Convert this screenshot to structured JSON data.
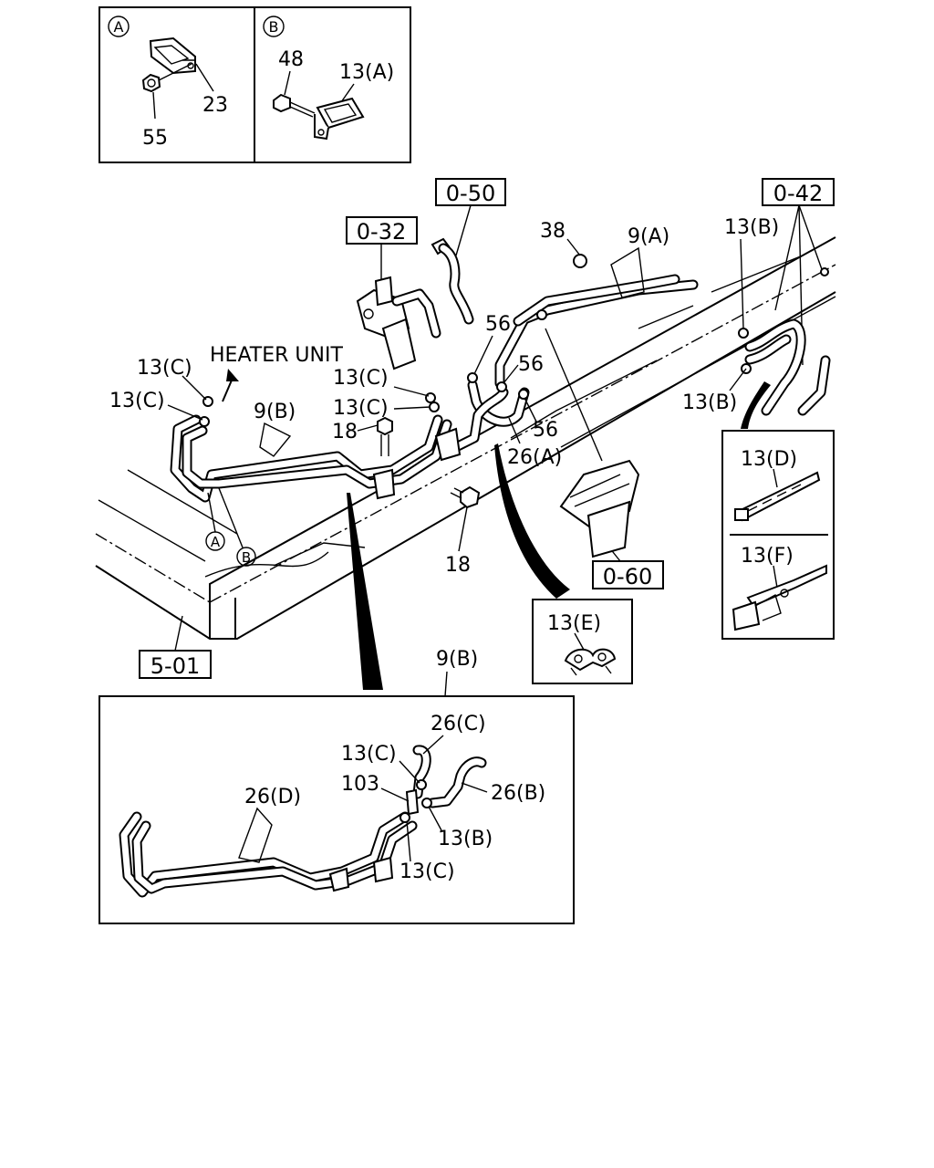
{
  "inset_a": {
    "marker": "A",
    "parts": [
      "23",
      "55"
    ]
  },
  "inset_b": {
    "marker": "B",
    "parts": [
      "48",
      "13(A)"
    ]
  },
  "refs": {
    "r050": "0-50",
    "r032": "0-32",
    "r042": "0-42",
    "r060": "0-60",
    "r501": "5-01"
  },
  "callouts": {
    "p38": "38",
    "p9a": "9(A)",
    "p13b_top": "13(B)",
    "p56_1": "56",
    "p56_2": "56",
    "p56_3": "56",
    "heater": "HEATER UNIT",
    "p13c_1": "13(C)",
    "p13c_2": "13(C)",
    "p13c_3": "13(C)",
    "p13c_4": "13(C)",
    "p9b": "9(B)",
    "p18_1": "18",
    "p18_2": "18",
    "p26a": "26(A)",
    "p13b_side": "13(B)",
    "marker_a": "A",
    "marker_b": "B"
  },
  "detail_d_f": {
    "top": "13(D)",
    "bottom": "13(F)"
  },
  "detail_e": {
    "label": "13(E)"
  },
  "detail_9b": {
    "title": "9(B)",
    "p26c": "26(C)",
    "p13c_a": "13(C)",
    "p103": "103",
    "p26b": "26(B)",
    "p26d": "26(D)",
    "p13b": "13(B)",
    "p13c_b": "13(C)"
  }
}
